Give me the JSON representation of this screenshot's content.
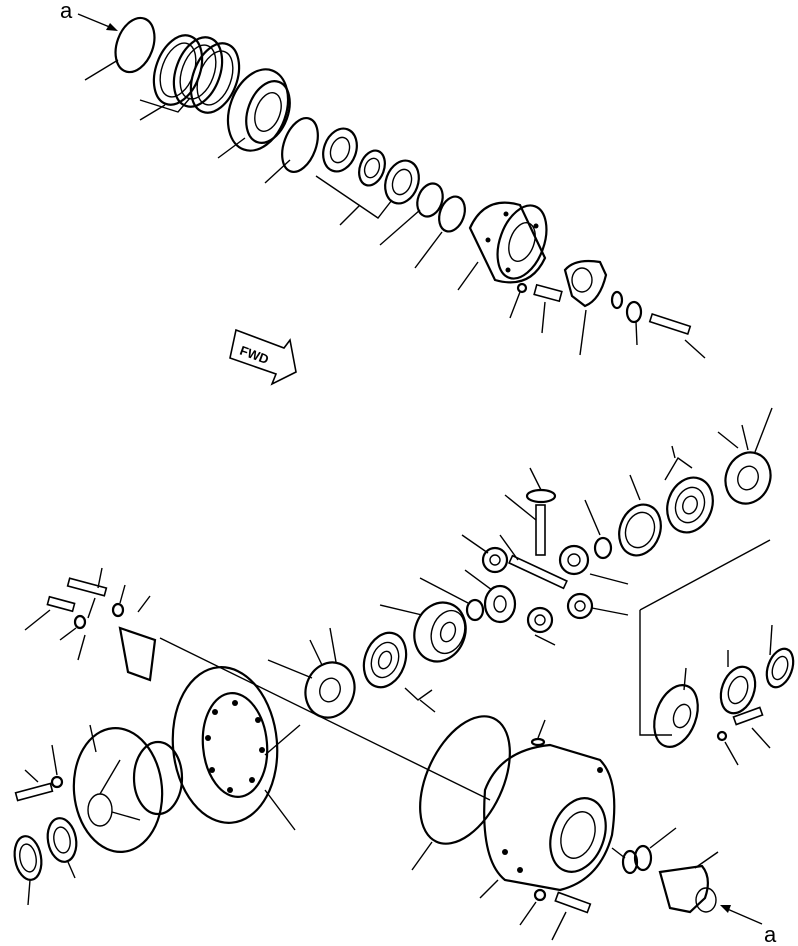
{
  "diagram": {
    "ref_top": "a",
    "ref_bottom": "a",
    "fwd_label": "FWD"
  }
}
